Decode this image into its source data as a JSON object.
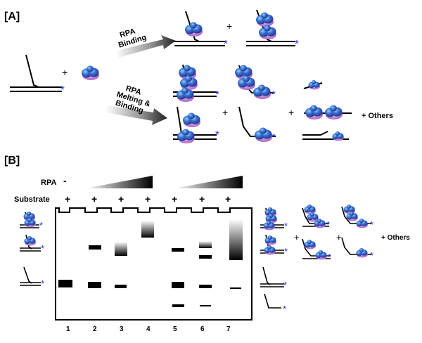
{
  "panels": {
    "a_label": "[A]",
    "b_label": "[B]"
  },
  "panel_a": {
    "plus": "+",
    "arrow_top_line1": "RPA",
    "arrow_top_line2": "Binding",
    "arrow_bottom_line1": "RPA",
    "arrow_bottom_line2": "Melting &",
    "arrow_bottom_line3": "Binding",
    "others": "+ Others",
    "star": "*"
  },
  "panel_b": {
    "rpa_label": "RPA",
    "rpa_minus": "-",
    "substrate_label": "Substrate",
    "substrate_marks": [
      "+",
      "+",
      "+",
      "+",
      "+",
      "+",
      "+"
    ],
    "lanes": [
      "1",
      "2",
      "3",
      "4",
      "5",
      "6",
      "7"
    ],
    "plus": "+",
    "others": "+ Others",
    "star": "*"
  },
  "colors": {
    "protein": "#3a5fc8",
    "protein_highlight": "#6fb4f0",
    "protein_shadow": "#b060c0",
    "star": "#2233dd",
    "line": "#000000"
  }
}
